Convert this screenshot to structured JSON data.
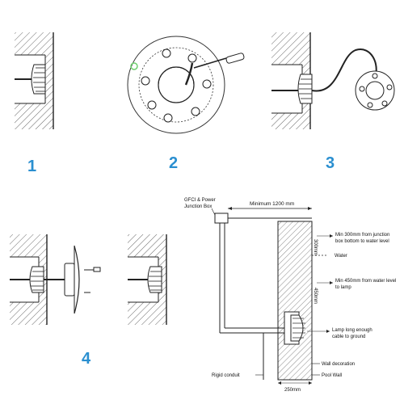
{
  "steps": {
    "step1": "1",
    "step2": "2",
    "step3": "3",
    "step4": "4"
  },
  "labels": {
    "gfci_line1": "GFCI & Power",
    "gfci_line2": "Junction Box",
    "minimum": "Minimum 1200 mm",
    "dim_300": "300mm",
    "dim_450": "450mm",
    "dim_250": "250mm",
    "note_300_line1": "Min 300mm from junction",
    "note_300_line2": "box bottom to water level",
    "water": "Water",
    "note_450_line1": "Min 450mm from water level",
    "note_450_line2": "to lamp",
    "lamp_line1": "Lamp long enough",
    "lamp_line2": "cable to ground",
    "wall_decoration": "Wall decoration",
    "rigid_conduit": "Rigid conduit",
    "pool_wall": "Pool Wall"
  },
  "colors": {
    "accent": "#2a8fd0",
    "line": "#222222",
    "fixture_green": "#6fcf6f"
  }
}
